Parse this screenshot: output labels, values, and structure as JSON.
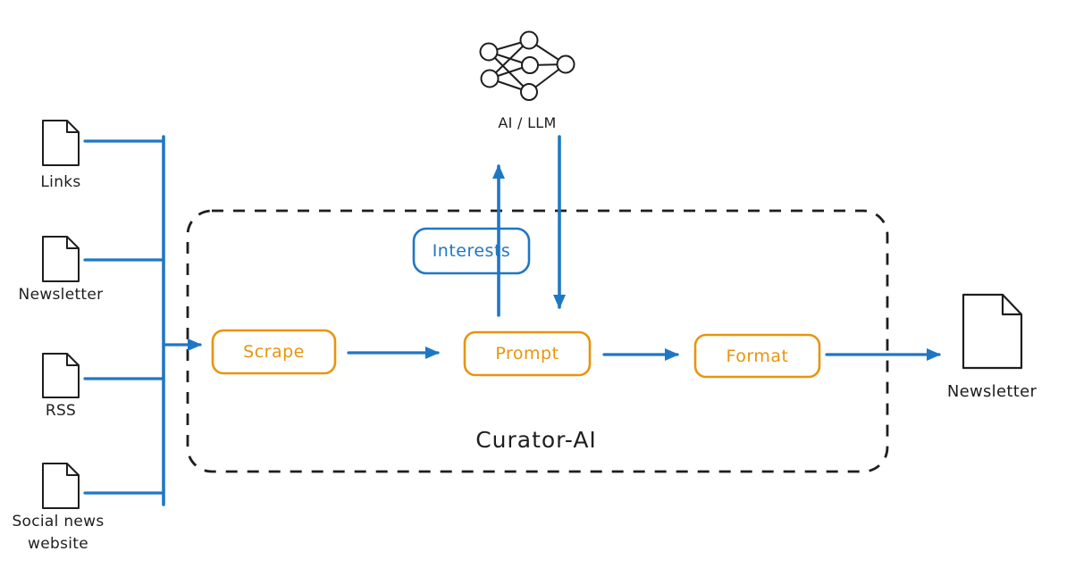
{
  "diagram": {
    "title": "Curator-AI",
    "colors": {
      "blue": "#1f77c4",
      "orange": "#e8940e",
      "ink": "#1e1e1e",
      "background": "#ffffff"
    },
    "ai_node": {
      "label": "AI / LLM",
      "icon": "neural-network-icon"
    },
    "sources": [
      {
        "label": "Links",
        "icon": "document-icon"
      },
      {
        "label": "Newsletter",
        "icon": "document-icon"
      },
      {
        "label": "RSS",
        "icon": "document-icon"
      },
      {
        "label": "Social news website",
        "icon": "document-icon"
      }
    ],
    "pipeline": [
      {
        "label": "Scrape",
        "color": "orange"
      },
      {
        "label": "Prompt",
        "color": "orange"
      },
      {
        "label": "Format",
        "color": "orange"
      }
    ],
    "interests_node": {
      "label": "Interests",
      "color": "blue"
    },
    "output": {
      "label": "Newsletter",
      "icon": "document-icon"
    },
    "flows": [
      {
        "from": "Links",
        "to": "Scrape"
      },
      {
        "from": "Newsletter",
        "to": "Scrape"
      },
      {
        "from": "RSS",
        "to": "Scrape"
      },
      {
        "from": "Social news website",
        "to": "Scrape"
      },
      {
        "from": "Scrape",
        "to": "Prompt"
      },
      {
        "from": "Prompt (via Interests)",
        "to": "AI / LLM"
      },
      {
        "from": "AI / LLM",
        "to": "Prompt"
      },
      {
        "from": "Prompt",
        "to": "Format"
      },
      {
        "from": "Format",
        "to": "Newsletter"
      }
    ]
  }
}
